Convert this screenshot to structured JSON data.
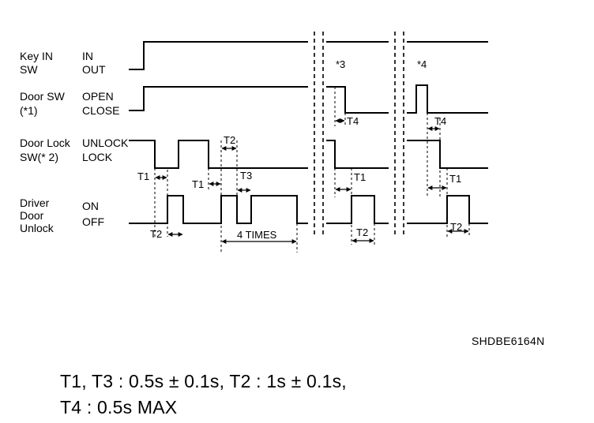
{
  "signals": [
    {
      "name_lines": [
        "Key IN",
        "SW"
      ],
      "state_lines": [
        "IN",
        "OUT"
      ]
    },
    {
      "name_lines": [
        "Door SW",
        "(*1)"
      ],
      "state_lines": [
        "OPEN",
        "CLOSE"
      ]
    },
    {
      "name_lines": [
        "Door Lock",
        "SW(* 2)"
      ],
      "state_lines": [
        "UNLOCK",
        "LOCK"
      ]
    },
    {
      "name_lines": [
        "Driver",
        "Door",
        "Unlock"
      ],
      "state_lines": [
        "ON",
        "OFF"
      ]
    }
  ],
  "timing_labels": {
    "t1": "T1",
    "t2": "T2",
    "t3": "T3",
    "t4": "T4",
    "four_times": "4 TIMES",
    "case3": "*3",
    "case4": "*4"
  },
  "figure_code": "SHDBE6164N",
  "notes": {
    "line1": "T1, T3 : 0.5s ± 0.1s, T2 : 1s ± 0.1s,",
    "line2": "T4 : 0.5s MAX"
  }
}
